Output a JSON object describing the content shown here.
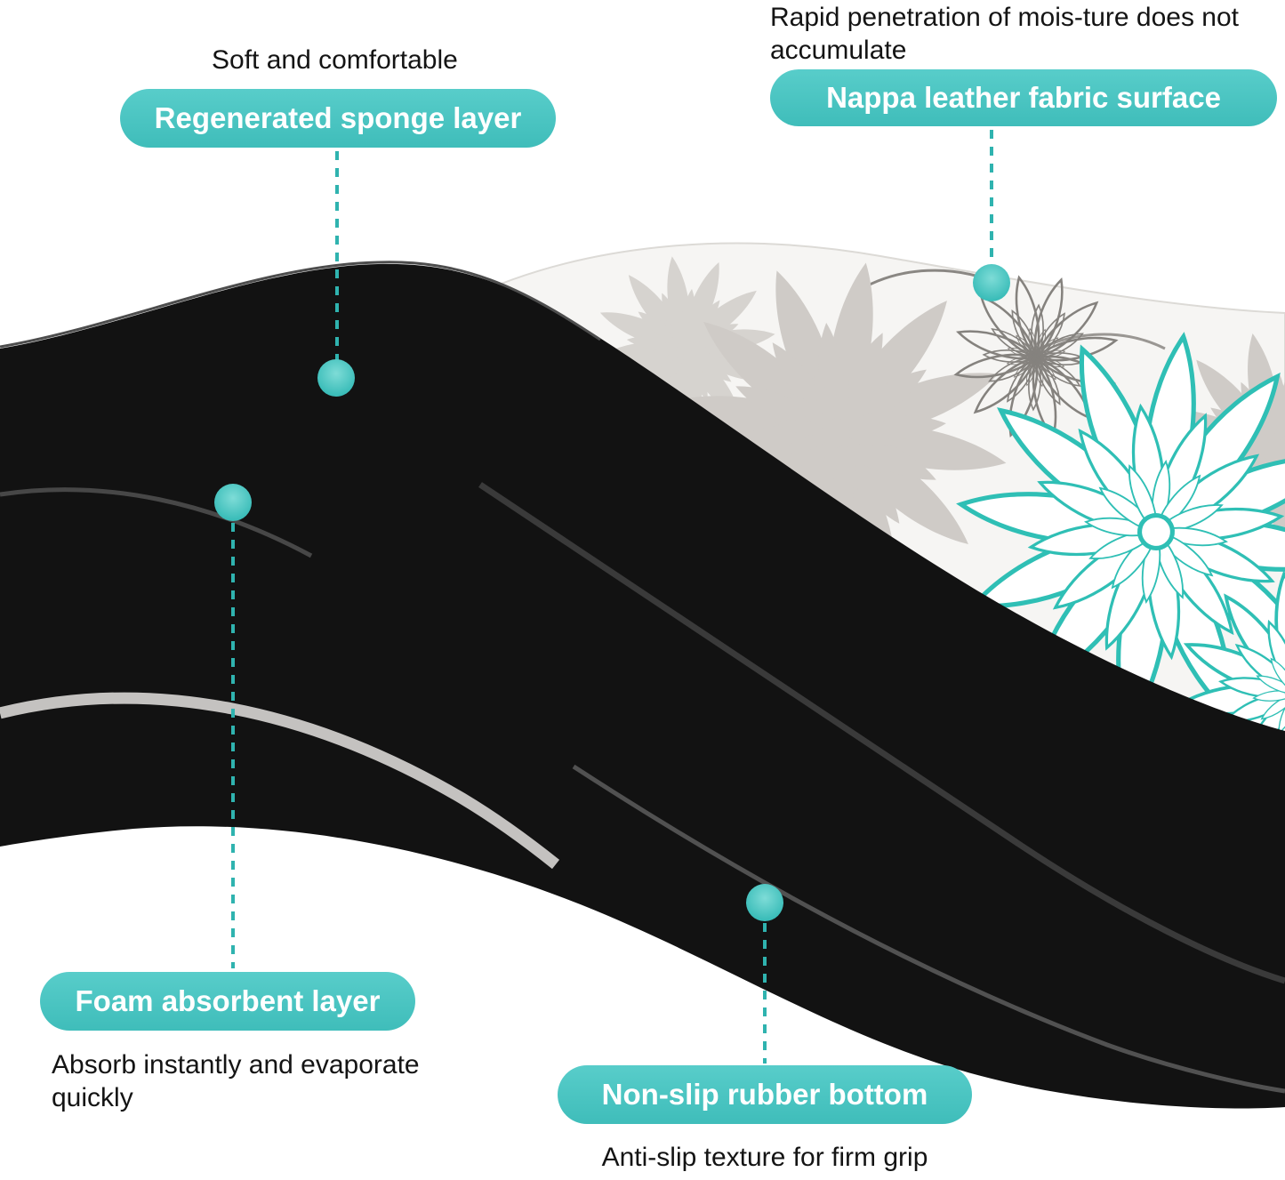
{
  "figure": {
    "type": "product-layer-diagram",
    "subject": "bath mat cross-section with four labeled layers"
  },
  "callouts": {
    "sponge": {
      "note": "Soft and comfortable",
      "label": "Regenerated sponge layer"
    },
    "surface": {
      "note": "Rapid penetration of mois-ture does not accumulate",
      "label": "Nappa leather fabric surface"
    },
    "foam": {
      "label": "Foam absorbent layer",
      "note": "Absorb instantly and evaporate quickly"
    },
    "rubber": {
      "label": "Non-slip rubber bottom",
      "note": "Anti-slip texture for firm grip"
    }
  },
  "colors": {
    "pill_background": "#49c5c2",
    "pill_text": "#ffffff",
    "note_text": "#141414",
    "marker_dot": "#3bbdb9",
    "dashed_line": "#2fb3af",
    "mat_black": "#121212",
    "sheet_white": "#f6f5f3",
    "flower_gray": "#cfcbc7",
    "flower_outline_gray": "#85827e",
    "flower_teal": "#2fbfb5"
  }
}
